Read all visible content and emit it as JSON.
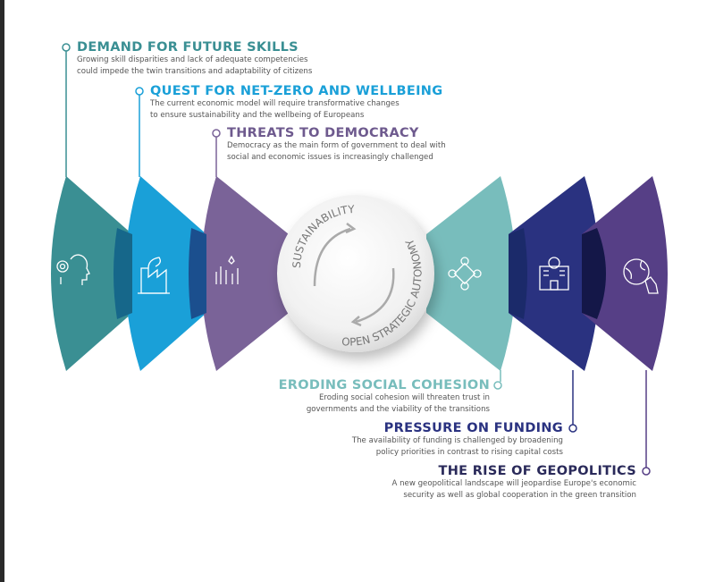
{
  "colors": {
    "teal": "#3a8f93",
    "blue": "#1aa0d8",
    "purple": "#7a6398",
    "light_teal": "#78bdbc",
    "navy": "#2a3280",
    "deep_purple": "#563f86"
  },
  "center": {
    "top_label": "SUSTAINABILITY",
    "bottom_label": "OPEN STRATEGIC AUTONOMY"
  },
  "trends": [
    {
      "title": "DEMAND FOR FUTURE SKILLS",
      "line1": "Growing skill disparities and lack of adequate competencies",
      "line2": "could impede the twin transitions and adaptability of citizens",
      "icon": "gear-head-icon"
    },
    {
      "title": "QUEST FOR NET-ZERO AND WELLBEING",
      "line1": "The current economic model will require transformative changes",
      "line2": "to ensure sustainability and the wellbeing of Europeans",
      "icon": "factory-leaf-icon"
    },
    {
      "title": "THREATS TO DEMOCRACY",
      "line1": "Democracy as the main form of government to deal with",
      "line2": "social and economic issues is increasingly challenged",
      "icon": "raised-hands-icon"
    },
    {
      "title": "ERODING SOCIAL COHESION",
      "line1": "Eroding social cohesion will threaten trust in",
      "line2": "governments and the viability of the transitions",
      "icon": "connected-people-icon"
    },
    {
      "title": "PRESSURE ON FUNDING",
      "line1": "The availability of funding is challenged by broadening",
      "line2": "policy priorities in contrast to rising capital costs",
      "icon": "bank-euro-icon"
    },
    {
      "title": "THE RISE OF GEOPOLITICS",
      "line1": "A new geopolitical landscape will jeopardise Europe's economic",
      "line2": "security as well as global cooperation in the green transition",
      "icon": "globe-chess-icon"
    }
  ]
}
